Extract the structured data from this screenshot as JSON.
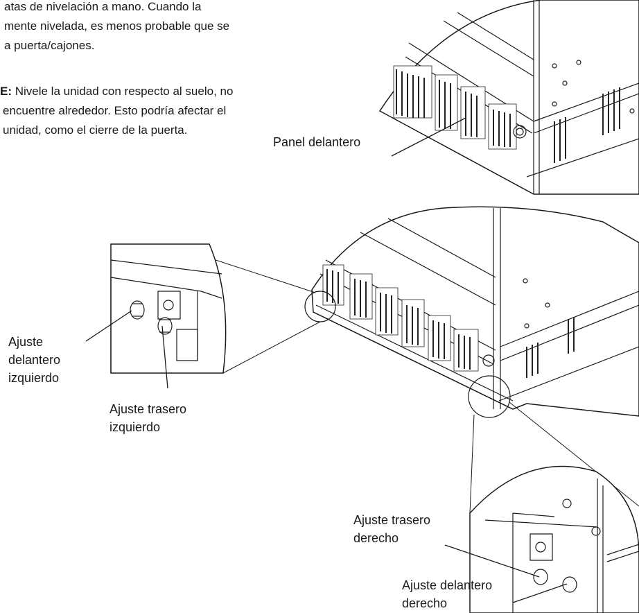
{
  "instructions": {
    "paragraph_1": [
      "atas de nivelación a mano. Cuando la",
      "mente nivelada, es menos probable que se",
      "a puerta/cajones."
    ],
    "note_label": "E:",
    "note_lines": [
      " Nivele la unidad con respecto al suelo, no",
      "encuentre alrededor. Esto podría afectar el",
      "unidad, como el cierre de la puerta."
    ]
  },
  "callouts": {
    "front_panel": "Panel delantero",
    "left_front": [
      "Ajuste",
      "delantero",
      "izquierdo"
    ],
    "left_rear": [
      "Ajuste trasero",
      "izquierdo"
    ],
    "right_rear": [
      "Ajuste trasero",
      "derecho"
    ],
    "right_front": [
      "Ajuste delantero",
      "derecho"
    ]
  }
}
